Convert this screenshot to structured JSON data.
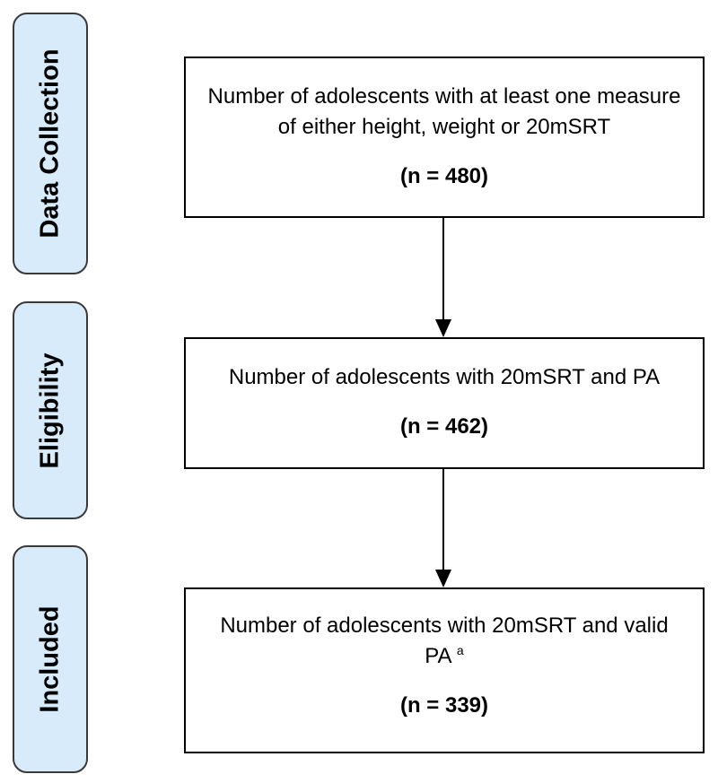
{
  "stages": [
    {
      "label": "Data Collection"
    },
    {
      "label": "Eligibility"
    },
    {
      "label": "Included"
    }
  ],
  "boxes": [
    {
      "text": "Number of adolescents with at least one measure of either height, weight or 20mSRT",
      "superscript": "",
      "n": "(n = 480)"
    },
    {
      "text": "Number of adolescents with 20mSRT and PA",
      "superscript": "",
      "n": "(n = 462)"
    },
    {
      "text": "Number of adolescents with 20mSRT and valid PA",
      "superscript": "a",
      "n": "(n = 339)"
    }
  ],
  "colors": {
    "stage_fill": "#d7ebfa",
    "stage_border": "#3a3a3a",
    "box_border": "#000000",
    "arrow": "#000000"
  }
}
